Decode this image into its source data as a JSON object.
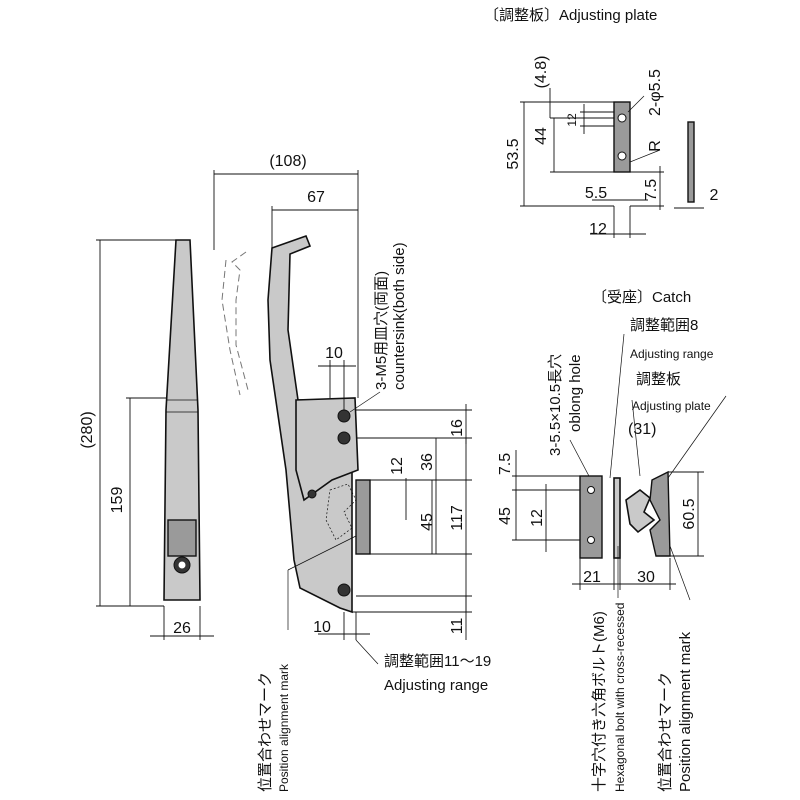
{
  "labels": {
    "adjusting_plate_title": "〔調整板〕Adjusting plate",
    "catch_title": "〔受座〕Catch",
    "countersink_jp": "3-M5用皿穴(両面)",
    "countersink_en": "countersink(both side)",
    "oblong_jp": "3-5.5×10.5長穴",
    "oblong_en": "oblong hole",
    "adj_range8_jp": "調整範囲8",
    "adj_range8_en": "Adjusting range",
    "adj_plate_jp": "調整板",
    "adj_plate_en": "Adjusting plate",
    "adj_range_11_19_jp": "調整範囲11～19",
    "adj_range_en": "Adjusting range",
    "pos_mark_jp_left": "位置合わせマーク",
    "pos_mark_en_left": "Position alignment mark",
    "hex_bolt_jp": "十字穴付き六角ボルト(M6)",
    "hex_bolt_en": "Hexagonal bolt with cross-recessed",
    "pos_mark_jp_right": "位置合わせマーク",
    "pos_mark_en_right": "Position alignment mark"
  },
  "dims": {
    "d280": "(280)",
    "d159": "159",
    "d26": "26",
    "d108": "(108)",
    "d67": "67",
    "d10_top": "10",
    "d10_bottom": "10",
    "d16": "16",
    "d36": "36",
    "d12_body": "12",
    "d45_body": "45",
    "d117": "117",
    "d11": "11",
    "d48": "(4.8)",
    "d535": "53.5",
    "d44": "44",
    "d12_plate": "12",
    "d2phi55": "2-φ5.5",
    "dR": "R",
    "d75_plate": "7.5",
    "d55": "5.5",
    "d12_plate_bottom": "12",
    "d2": "2",
    "d75_catch": "7.5",
    "d45_catch": "45",
    "d12_catch": "12",
    "d21": "21",
    "d30": "30",
    "d31": "(31)",
    "d605": "60.5"
  }
}
